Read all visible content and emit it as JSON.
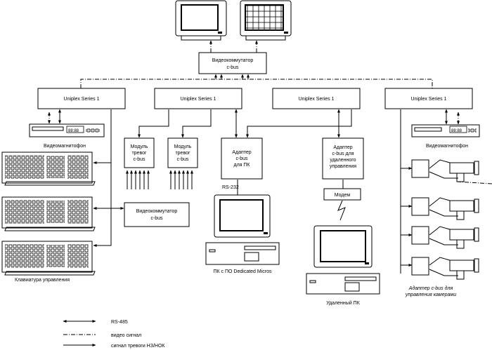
{
  "nodes": {
    "video_switcher_top": [
      "Видеокоммутатор",
      "c-bus"
    ],
    "uniplex_1": "Uniplex Series 1",
    "uniplex_2": "Uniplex Series 1",
    "uniplex_3": "Uniplex Series 1",
    "uniplex_4": "Uniplex Series 1",
    "vcr_left": "Видеомагнитофон",
    "vcr_right": "Видеомагнитофон",
    "alarm_module_1": [
      "Модуль",
      "тревог",
      "c-bus"
    ],
    "alarm_module_2": [
      "Модуль",
      "тревог",
      "c-bus"
    ],
    "adapter_pc": [
      "Адаптер",
      "c-bus",
      "для ПК"
    ],
    "adapter_remote": [
      "Адаптер",
      "c-bus для",
      "удаленного",
      "управления"
    ],
    "video_switcher_bottom": [
      "Видеокоммутатор",
      "c-bus"
    ],
    "rs232": "RS-232",
    "modem": "Модем",
    "pc_label": "ПК с ПО Dedicated Micros",
    "remote_pc": "Удаленный ПК",
    "keyboard_label": "Клавиатура управления",
    "camera_adapter_label": [
      "Адаптер c-bus для",
      "управления камерами"
    ],
    "vcr_display": "88:88"
  },
  "legend": [
    {
      "line": "solid-arrow",
      "label": "RS-485"
    },
    {
      "line": "dash-dot",
      "label": "видео сигнал"
    },
    {
      "line": "solid-single-arrow",
      "label": "сигнал тревоги НЗ/НОК"
    }
  ]
}
